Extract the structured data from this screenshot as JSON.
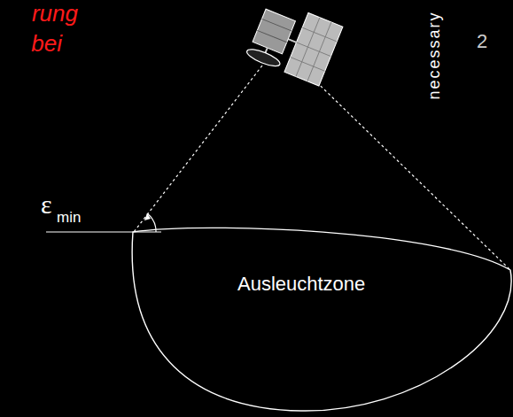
{
  "diagram": {
    "nodes": [
      {
        "text": [
          "Ausleuchtzone"
        ]
      }
    ],
    "labels": [
      "rung",
      "bei",
      "necessary",
      "2",
      "ε",
      "min"
    ]
  }
}
